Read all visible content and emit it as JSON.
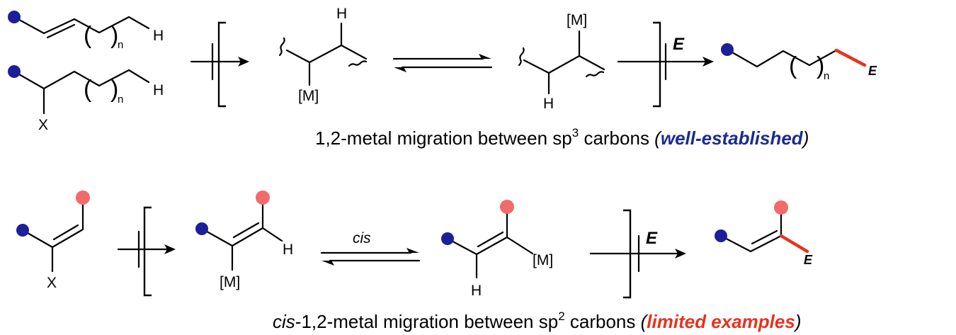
{
  "colors": {
    "substituent_blue": "#1b1f9a",
    "substituent_red": "#f26a6a",
    "hydrogen_blue": "#1b3fa0",
    "established_blue": "#1b2d8f",
    "limited_red": "#e8321f",
    "new_bond_red": "#e8321f"
  },
  "icons": {
    "blue_sphere": "blue-substituent-dot",
    "red_sphere": "red-substituent-dot"
  },
  "labels": {
    "H": "H",
    "X": "X",
    "M": "[M]",
    "E": "E",
    "n": "n",
    "paren_open": "(",
    "paren_close": ")",
    "cis": "cis"
  },
  "caption_sp3": {
    "text": "1,2-metal migration between sp",
    "sup": "3",
    "after": " carbons ",
    "paren_open": "(",
    "highlight": "well-established",
    "paren_close": ")"
  },
  "caption_sp2": {
    "prefix": "cis",
    "text": "-1,2-metal migration between sp",
    "sup": "2",
    "after": " carbons ",
    "paren_open": "(",
    "highlight": "limited examples",
    "paren_close": ")"
  }
}
